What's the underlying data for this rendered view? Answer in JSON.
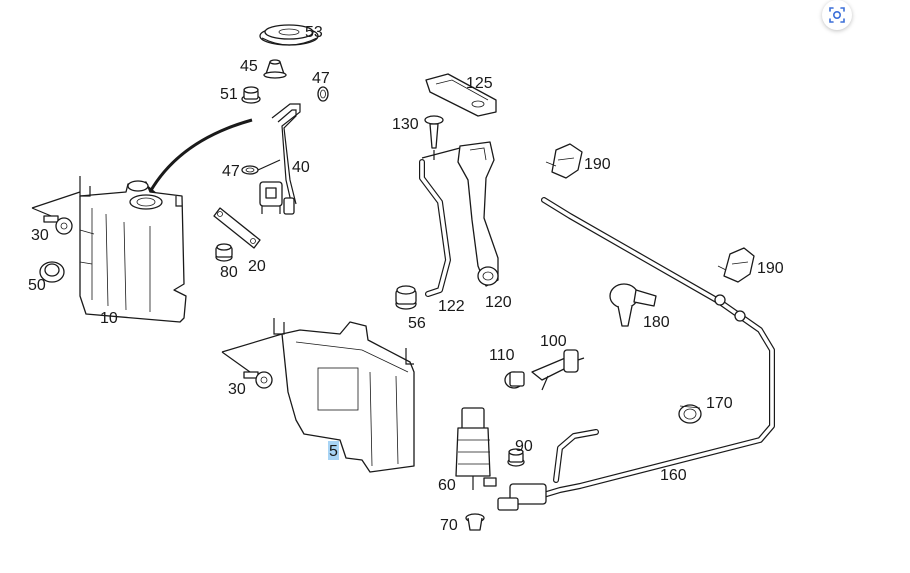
{
  "diagram": {
    "callouts": [
      "53",
      "45",
      "47",
      "51",
      "47",
      "40",
      "30",
      "50",
      "10",
      "80",
      "20",
      "125",
      "130",
      "190",
      "190",
      "56",
      "122",
      "120",
      "180",
      "110",
      "100",
      "30",
      "5",
      "170",
      "90",
      "60",
      "160",
      "70"
    ],
    "highlighted_callout": "5"
  },
  "icons": {
    "lens": "image-search-lens-icon"
  },
  "colors": {
    "highlight": "#a8d4f5",
    "ink": "#1a1a1a",
    "lens_accent": "#3b6fd8"
  }
}
